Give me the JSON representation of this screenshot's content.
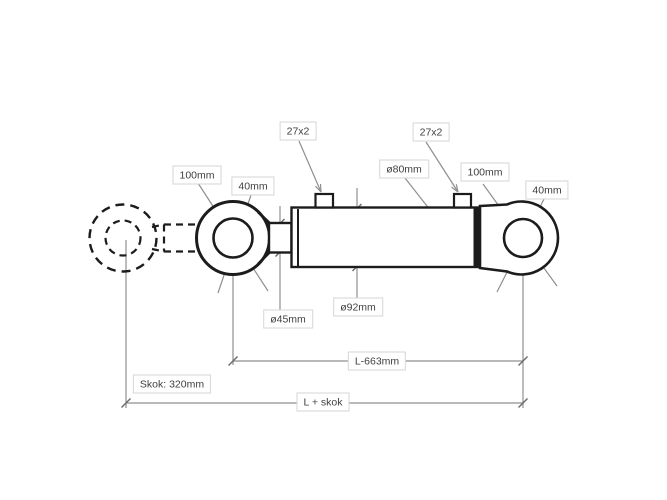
{
  "drawing": {
    "type": "hydraulic-cylinder-technical-drawing",
    "labels": {
      "eye_head_left": "100mm",
      "eye_hole_left": "40mm",
      "thread_port_left": "27x2",
      "piston_diameter": "ø80mm",
      "thread_port_right": "27x2",
      "eye_head_right": "100mm",
      "eye_hole_right": "40mm",
      "rod_diameter": "ø45mm",
      "barrel_diameter": "ø92mm",
      "length": "L-663mm",
      "stroke": "Skok: 320mm",
      "total_length": "L + skok"
    },
    "colors": {
      "background": "#ffffff",
      "outline": "#1c1c1c",
      "dimension_line": "#8f8f8f",
      "tick": "#6b6b6b",
      "label_border": "#d6d6d6",
      "label_text": "#3f3f3f"
    }
  }
}
